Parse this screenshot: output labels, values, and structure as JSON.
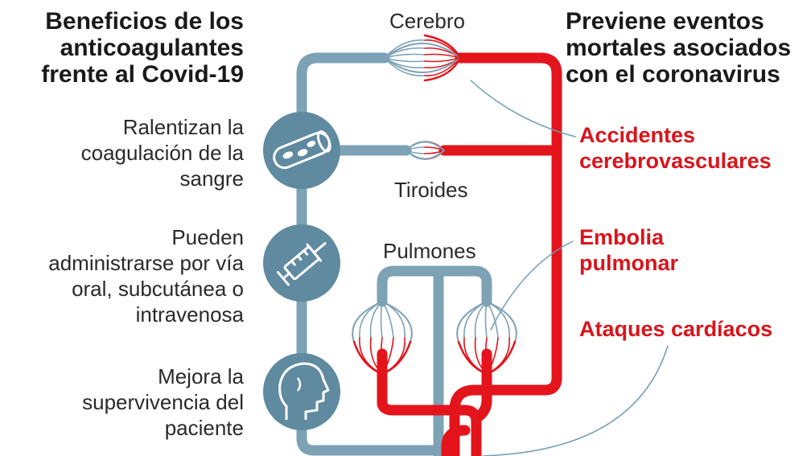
{
  "titles": {
    "left": [
      "Beneficios de los",
      "anticoagulantes",
      "frente al Covid-19"
    ],
    "right": [
      "Previene eventos",
      "mortales asociados",
      "con el coronavirus"
    ]
  },
  "benefits": [
    {
      "lines": [
        "Ralentizan la",
        "coagulación de la",
        "sangre"
      ],
      "icon": "blood-vessel-icon"
    },
    {
      "lines": [
        "Pueden",
        "administrarse por vía",
        "oral, subcutánea o",
        "intravenosa"
      ],
      "icon": "syringe-icon"
    },
    {
      "lines": [
        "Mejora la",
        "supervivencia del",
        "paciente"
      ],
      "icon": "patient-head-icon"
    }
  ],
  "organs": {
    "brain": "Cerebro",
    "thyroid": "Tiroides",
    "lungs": "Pulmones"
  },
  "effects": [
    {
      "lines": [
        "Accidentes",
        "cerebrovasculares"
      ]
    },
    {
      "lines": [
        "Embolia",
        "pulmonar"
      ]
    },
    {
      "lines": [
        "Ataques cardíacos"
      ]
    }
  ],
  "colors": {
    "venous": "#7da2b6",
    "arterial": "#e3141c",
    "icon_bg": "#5f8aa0",
    "effect_text": "#d9141b",
    "title_text": "#1a1a1a"
  }
}
